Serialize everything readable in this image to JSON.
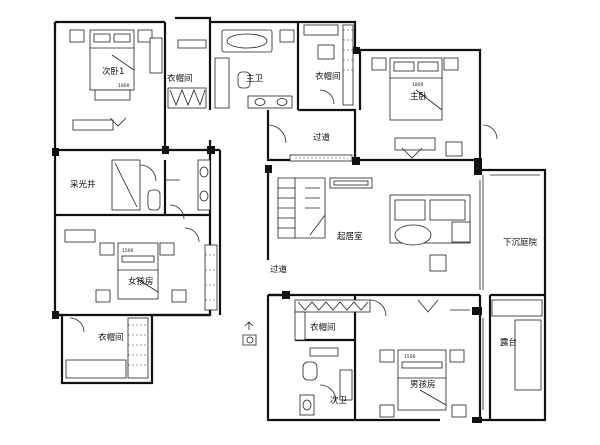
{
  "rooms": {
    "second_bedroom": "次卧1",
    "closet_top_left": "衣帽间",
    "master_bath": "主卫",
    "closet_top_right": "衣帽间",
    "master_bedroom": "主卧",
    "corridor_top": "过道",
    "skylight_well": "采光井",
    "living_room": "起居室",
    "sunken_courtyard": "下沉庭院",
    "girls_room": "女孩房",
    "corridor_mid": "过道",
    "closet_bottom_left": "衣帽间",
    "closet_bottom_mid": "衣帽间",
    "second_bath": "次卫",
    "boys_room": "男孩房",
    "terrace": "露台"
  },
  "bed_dims": {
    "second_bedroom": "1800",
    "master_bedroom": "1800",
    "girls_room": "1500",
    "boys_room": "1500"
  }
}
